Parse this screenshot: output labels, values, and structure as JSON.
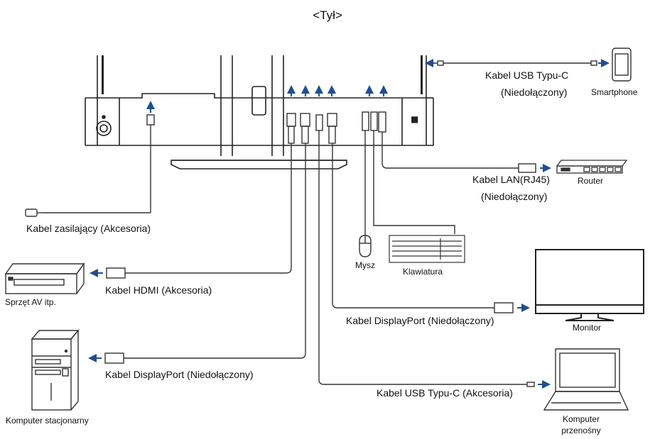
{
  "title": "<Tył>",
  "labels": {
    "usb_c_cable_top": "Kabel USB Typu-C",
    "usb_c_top_note": "(Niedołączony)",
    "smartphone": "Smartphone",
    "lan_cable": "Kabel LAN(RJ45)",
    "lan_note": "(Niedołączony)",
    "router": "Router",
    "power_cable": "Kabel zasilający (Akcesoria)",
    "mouse": "Mysz",
    "keyboard": "Klawiatura",
    "av_device": "Sprzęt AV itp.",
    "hdmi_cable": "Kabel HDMI (Akcesoria)",
    "dp_cable_monitor": "Kabel DisplayPort (Niedołączony)",
    "monitor": "Monitor",
    "dp_cable_pc": "Kabel DisplayPort (Niedołączony)",
    "desktop": "Komputer stacjonarny",
    "usb_c_cable_laptop": "Kabel USB Typu-C (Akcesoria)",
    "laptop_line1": "Komputer",
    "laptop_line2": "przenośny"
  },
  "colors": {
    "arrow": "#1f4f8f",
    "line": "#333333"
  }
}
